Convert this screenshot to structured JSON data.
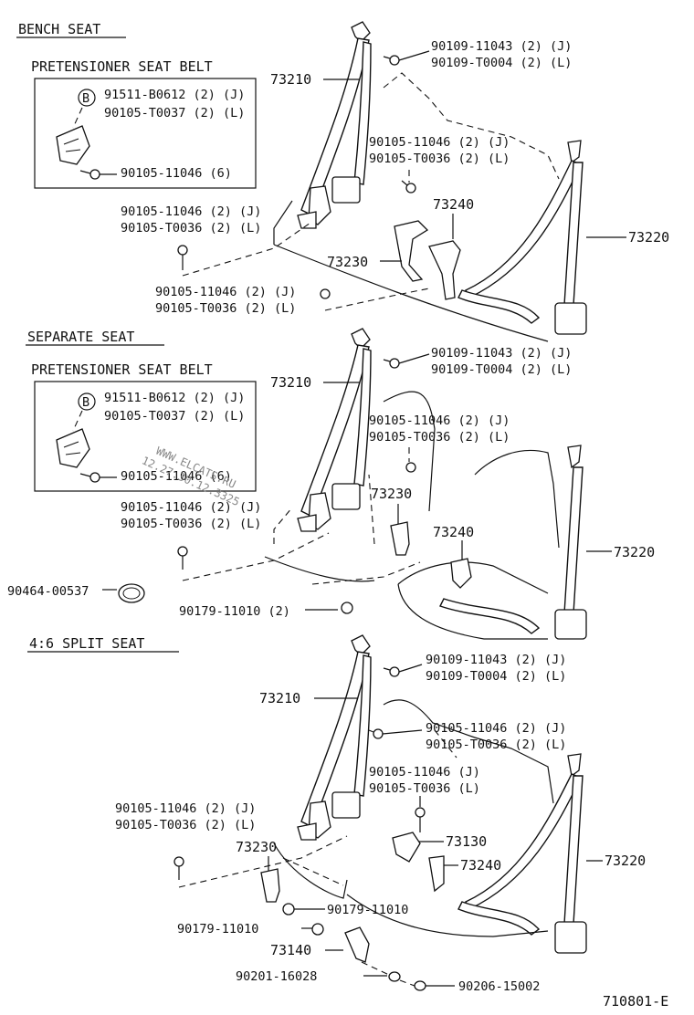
{
  "sections": [
    {
      "title": "BENCH SEAT",
      "box_title": "PRETENSIONER SEAT BELT",
      "box_labels": [
        "91511-B0612 (2) (J)",
        "90105-T0037 (2) (L)",
        "90105-11046 (6)"
      ],
      "box_callout": "B",
      "labels": [
        "73210",
        "90109-11043 (2) (J)",
        "90109-T0004 (2) (L)",
        "90105-11046 (2) (J)",
        "90105-T0036 (2) (L)",
        "73240",
        "73220",
        "90105-11046 (2) (J)",
        "90105-T0036 (2) (L)",
        "73230",
        "90105-11046 (2) (J)",
        "90105-T0036 (2) (L)"
      ]
    },
    {
      "title": "SEPARATE SEAT",
      "box_title": "PRETENSIONER SEAT BELT",
      "box_labels": [
        "91511-B0612 (2) (J)",
        "90105-T0037 (2) (L)",
        "90105-11046 (6)"
      ],
      "box_callout": "B",
      "labels": [
        "73210",
        "90109-11043 (2) (J)",
        "90109-T0004 (2) (L)",
        "90105-11046 (2) (J)",
        "90105-T0036 (2) (L)",
        "73230",
        "73240",
        "73220",
        "90105-11046 (2) (J)",
        "90105-T0036 (2) (L)",
        "90464-00537",
        "90179-11010 (2)"
      ]
    },
    {
      "title": "4:6 SPLIT SEAT",
      "labels": [
        "90109-11043 (2) (J)",
        "90109-T0004 (2) (L)",
        "73210",
        "90105-11046 (2) (J)",
        "90105-T0036 (2) (L)",
        "90105-11046 (J)",
        "90105-T0036 (L)",
        "73220",
        "90105-11046 (2) (J)",
        "90105-T0036 (2) (L)",
        "73130",
        "73230",
        "73240",
        "90179-11010",
        "90179-11010",
        "73140",
        "90201-16028",
        "90206-15002"
      ]
    }
  ],
  "watermark": [
    "WWW.ELCATS.RU",
    "12.27.30.12.3325"
  ],
  "figure_code": "710801-E"
}
